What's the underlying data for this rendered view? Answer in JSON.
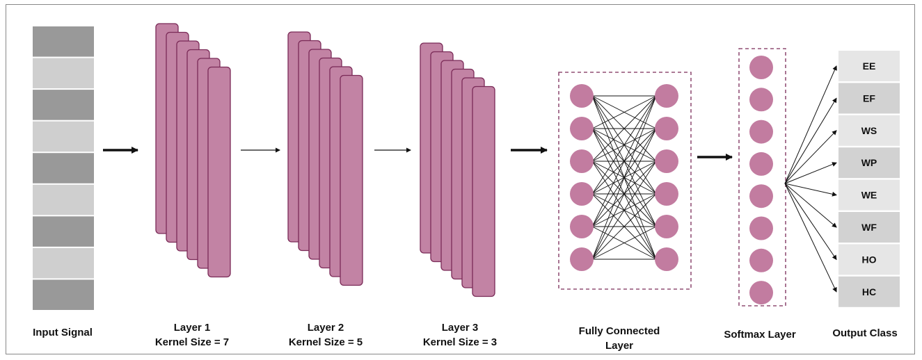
{
  "input": {
    "label": "Input Signal",
    "segment_count": 9,
    "colors": {
      "dark": "#999999",
      "light": "#cfcfcf"
    }
  },
  "conv_layers": [
    {
      "label": "Layer 1",
      "kernel": "Kernel Size = 7",
      "filter_count": 6
    },
    {
      "label": "Layer 2",
      "kernel": "Kernel Size = 5",
      "filter_count": 6
    },
    {
      "label": "Layer 3",
      "kernel": "Kernel Size = 3",
      "filter_count": 6
    }
  ],
  "fully_connected": {
    "label_line1": "Fully Connected",
    "label_line2": "Layer",
    "neurons_per_column": 6
  },
  "softmax": {
    "label": "Softmax Layer",
    "neuron_count": 8
  },
  "output": {
    "label": "Output Class",
    "classes": [
      "EE",
      "EF",
      "WS",
      "WP",
      "WE",
      "WF",
      "HO",
      "HC"
    ]
  },
  "colors": {
    "filter_fill": "#c283a4",
    "filter_stroke": "#7a2a57",
    "neuron_fill": "#c27ca0",
    "class_box_a": "#e6e6e6",
    "class_box_b": "#d2d2d2",
    "line": "#111111"
  }
}
